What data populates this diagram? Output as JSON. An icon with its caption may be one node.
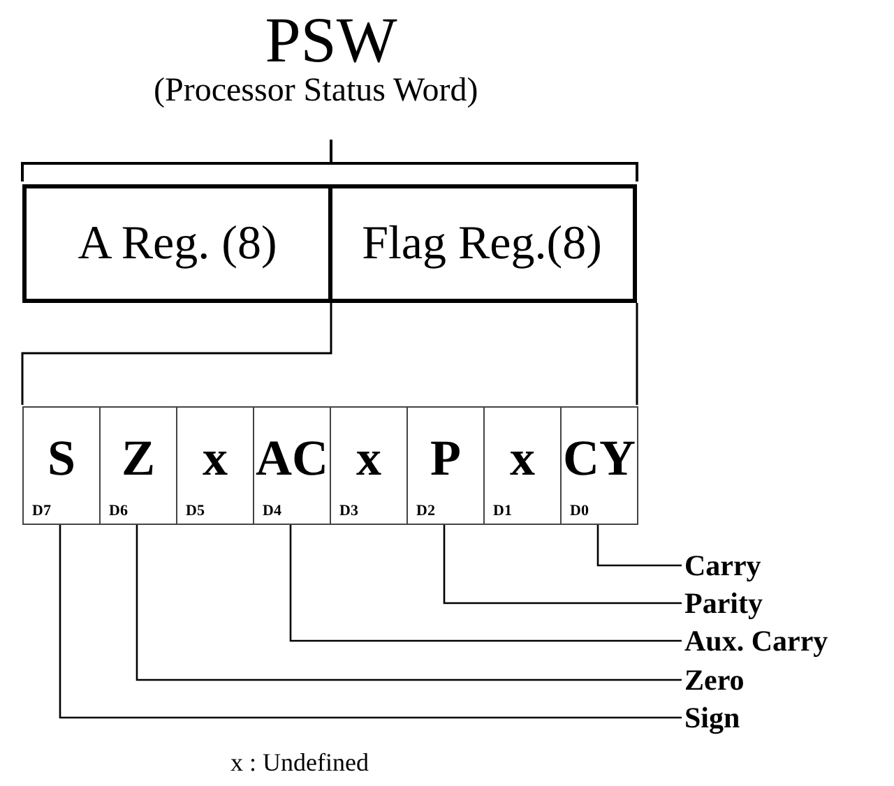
{
  "diagram": {
    "title": "PSW",
    "nodes": [
      {
        "text": [
          "A Reg. (8)"
        ]
      },
      {
        "text": [
          "Flag Reg.(8)"
        ]
      },
      {
        "text": [
          "S",
          "D7"
        ]
      },
      {
        "text": [
          "Z",
          "D6"
        ]
      },
      {
        "text": [
          "x",
          "D5"
        ]
      },
      {
        "text": [
          "AC",
          "D4"
        ]
      },
      {
        "text": [
          "x",
          "D3"
        ]
      },
      {
        "text": [
          "P",
          "D2"
        ]
      },
      {
        "text": [
          "x",
          "D1"
        ]
      },
      {
        "text": [
          "CY",
          "D0"
        ]
      },
      {
        "text": [
          "Carry"
        ]
      },
      {
        "text": [
          "Parity"
        ]
      },
      {
        "text": [
          "Aux. Carry"
        ]
      },
      {
        "text": [
          "Zero"
        ]
      },
      {
        "text": [
          "Sign"
        ]
      }
    ],
    "edges": [
      {
        "from": 10,
        "to": 9,
        "arrow": "none"
      },
      {
        "from": 11,
        "to": 7,
        "arrow": "none"
      },
      {
        "from": 12,
        "to": 5,
        "arrow": "none"
      },
      {
        "from": 13,
        "to": 3,
        "arrow": "none"
      },
      {
        "from": 14,
        "to": 2,
        "arrow": "none"
      }
    ],
    "labels": [
      "(Processor Status Word)",
      "x : Undefined"
    ]
  }
}
